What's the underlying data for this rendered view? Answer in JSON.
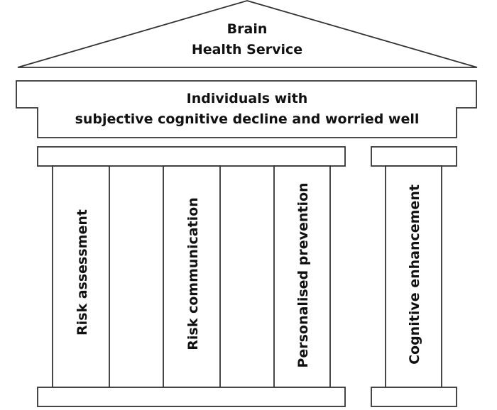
{
  "roof": {
    "title_line1": "Brain",
    "title_line2": "Health Service"
  },
  "entablature": {
    "line1": "Individuals with",
    "line2": "subjective cognitive decline and worried well"
  },
  "pillars": [
    {
      "label": "Risk assessment"
    },
    {
      "label": "Risk communication"
    },
    {
      "label": "Personalised prevention"
    },
    {
      "label": "Cognitive enhancement"
    }
  ],
  "colors": {
    "stroke": "#333333",
    "fill": "#ffffff",
    "text": "#111111"
  }
}
